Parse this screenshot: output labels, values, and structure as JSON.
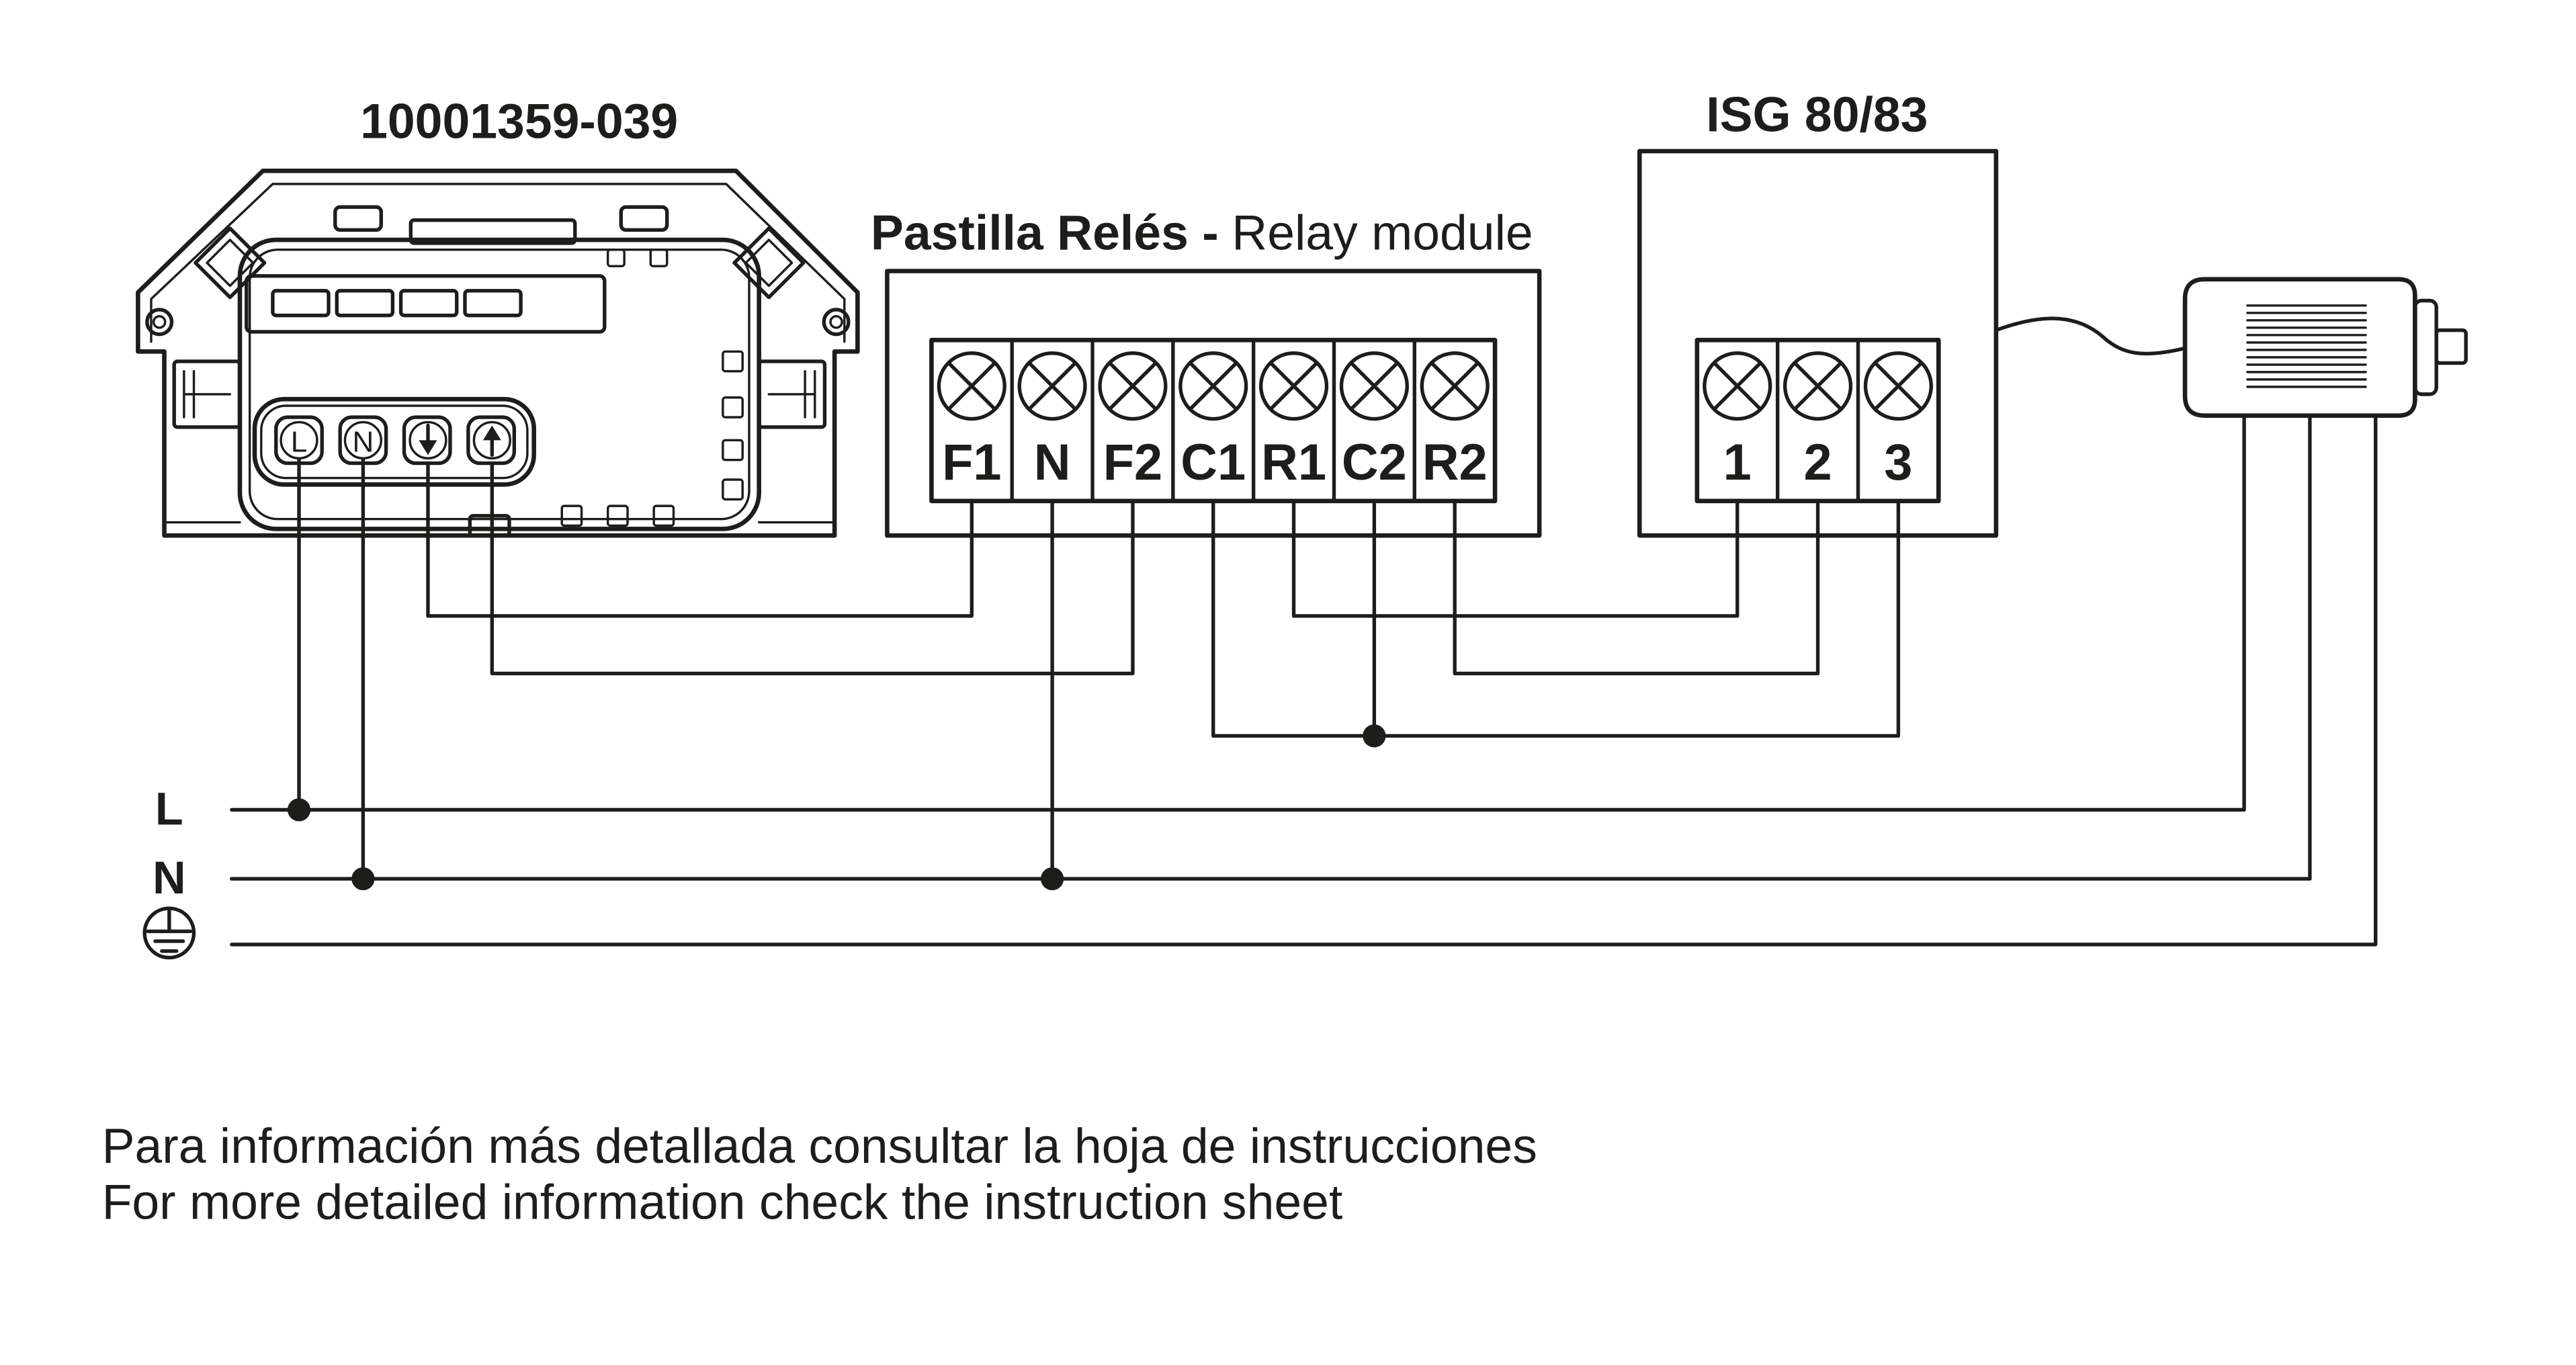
{
  "device": {
    "model": "10001359-039",
    "terminal_l": "L",
    "terminal_n": "N",
    "terminal_down_icon": "down-arrow-icon",
    "terminal_up_icon": "up-arrow-icon"
  },
  "relay_module": {
    "title_es": "Pastilla Relés -",
    "title_en": "Relay module",
    "terminals": [
      "F1",
      "N",
      "F2",
      "C1",
      "R1",
      "C2",
      "R2"
    ],
    "terminal_icon": "terminal-screw-icon"
  },
  "isg": {
    "title": "ISG 80/83",
    "terminals": [
      "1",
      "2",
      "3"
    ]
  },
  "motor": {
    "icon": "motor-icon"
  },
  "supply": {
    "line": "L",
    "neutral": "N",
    "earth_icon": "ground-icon"
  },
  "footer": {
    "line_es": "Para información más detallada consultar la hoja de instrucciones",
    "line_en": "For more detailed information check the instruction sheet"
  },
  "colors": {
    "ink": "#1d1d1b",
    "background": "#ffffff"
  }
}
